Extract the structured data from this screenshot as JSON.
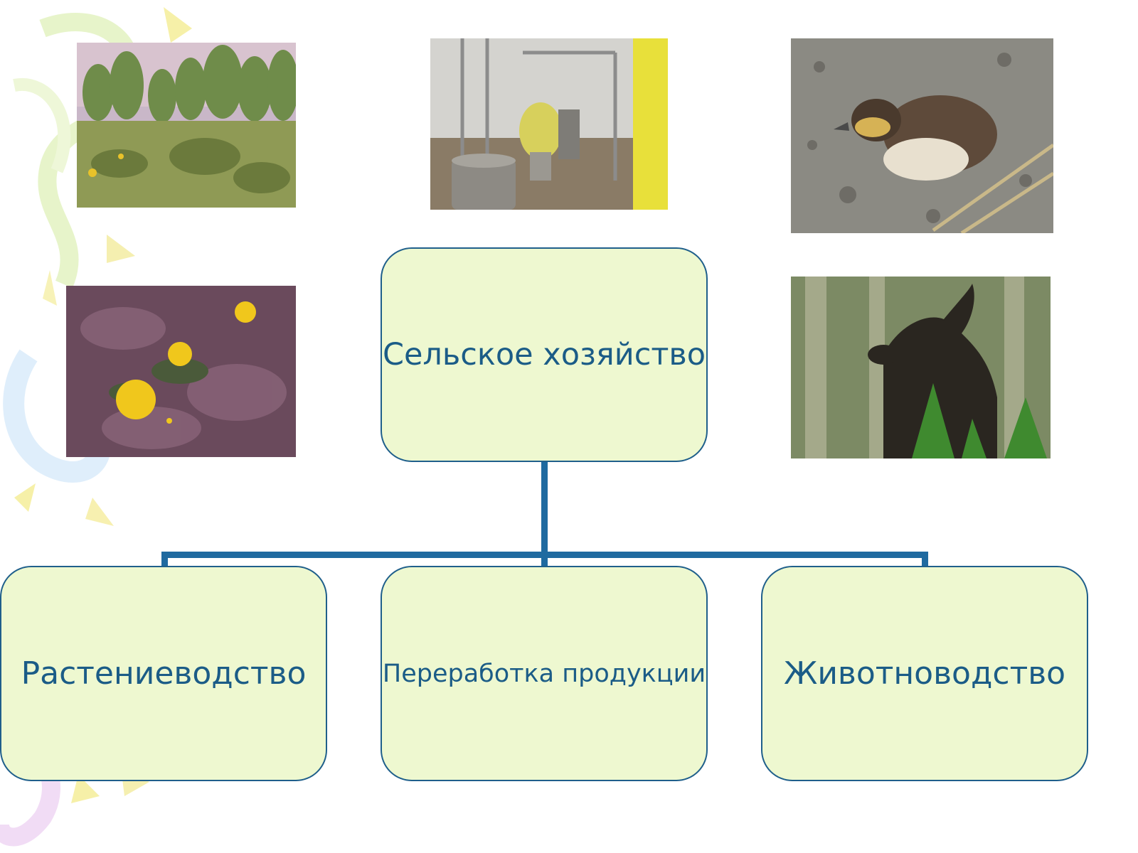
{
  "diagram": {
    "root": {
      "label": "Сельское хозяйство"
    },
    "children": [
      {
        "label": "Растениеводство"
      },
      {
        "label": "Переработка продукции"
      },
      {
        "label": "Животноводство"
      }
    ]
  },
  "photos": [
    {
      "icon": "meadow-forest-photo"
    },
    {
      "icon": "dairy-processing-equipment-photo"
    },
    {
      "icon": "duckling-photo"
    },
    {
      "icon": "dandelions-photo"
    },
    {
      "icon": "moose-photo"
    }
  ],
  "colors": {
    "node_fill": "#eef8d0",
    "node_border": "#1f5f8b",
    "node_text": "#1b5c87",
    "connector": "#1f6aa0"
  }
}
